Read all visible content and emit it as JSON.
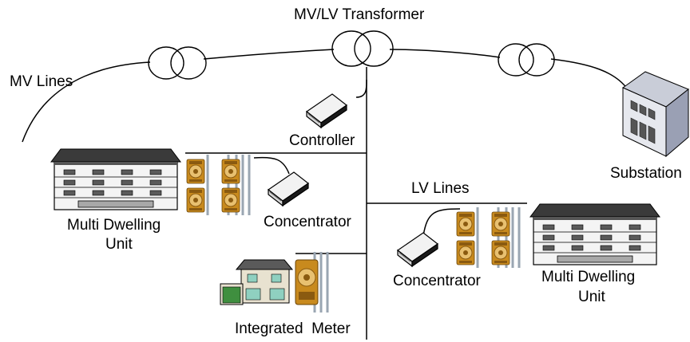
{
  "labels": {
    "transformer": "MV/LV Transformer",
    "mv_lines": "MV Lines",
    "controller": "Controller",
    "substation": "Substation",
    "lv_lines": "LV Lines",
    "concentrator_left": "Concentrator",
    "concentrator_right": "Concentrator",
    "mdu_left_line1": "Multi Dwelling",
    "mdu_left_line2": "Unit",
    "mdu_right_line1": "Multi Dwelling",
    "mdu_right_line2": "Unit",
    "integrated_meter": "Integrated  Meter"
  },
  "colors": {
    "line": "#000000",
    "meter_body": "#c88a1e",
    "meter_dark": "#8a5a10",
    "meter_face": "#e8c070",
    "pipe": "#9aa6b2",
    "building_roof": "#3a3a3a",
    "building_body": "#f4f4f4",
    "house_roof": "#5a5a5a",
    "house_wall": "#e8e2d0",
    "house_window": "#8fd0c0",
    "garage_door": "#3f8f3f",
    "substation_front": "#e6e8ee",
    "substation_side": "#9aa0b4",
    "substation_window": "#555555"
  }
}
